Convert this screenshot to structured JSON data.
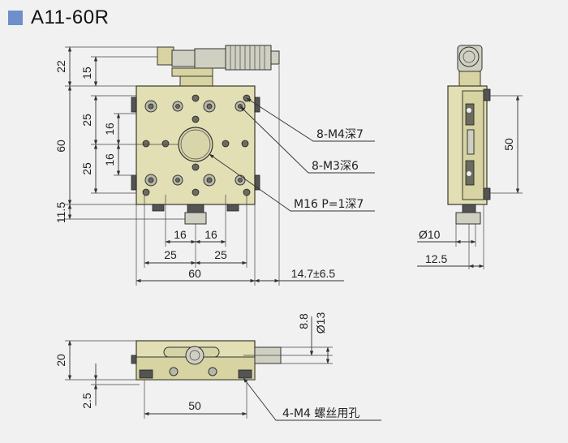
{
  "title": "A11-60R",
  "colors": {
    "title_square": "#6f8fca",
    "body": "#e2dfb4",
    "background": "#f1f1f1"
  },
  "top_view": {
    "dims_left": [
      "22",
      "15",
      "60",
      "25",
      "16",
      "16",
      "25",
      "11.5"
    ],
    "dims_bottom": [
      "16",
      "16",
      "25",
      "25",
      "60",
      "14.7±6.5"
    ],
    "callouts": [
      "8-M4深7",
      "8-M3深6",
      "M16 P=1深7"
    ]
  },
  "side_view": {
    "dims": [
      "50",
      "Ø10",
      "12.5"
    ]
  },
  "front_view": {
    "dims": [
      "20",
      "2.5",
      "50",
      "8.8",
      "Ø13"
    ],
    "callout": "4-M4 螺丝用孔"
  }
}
